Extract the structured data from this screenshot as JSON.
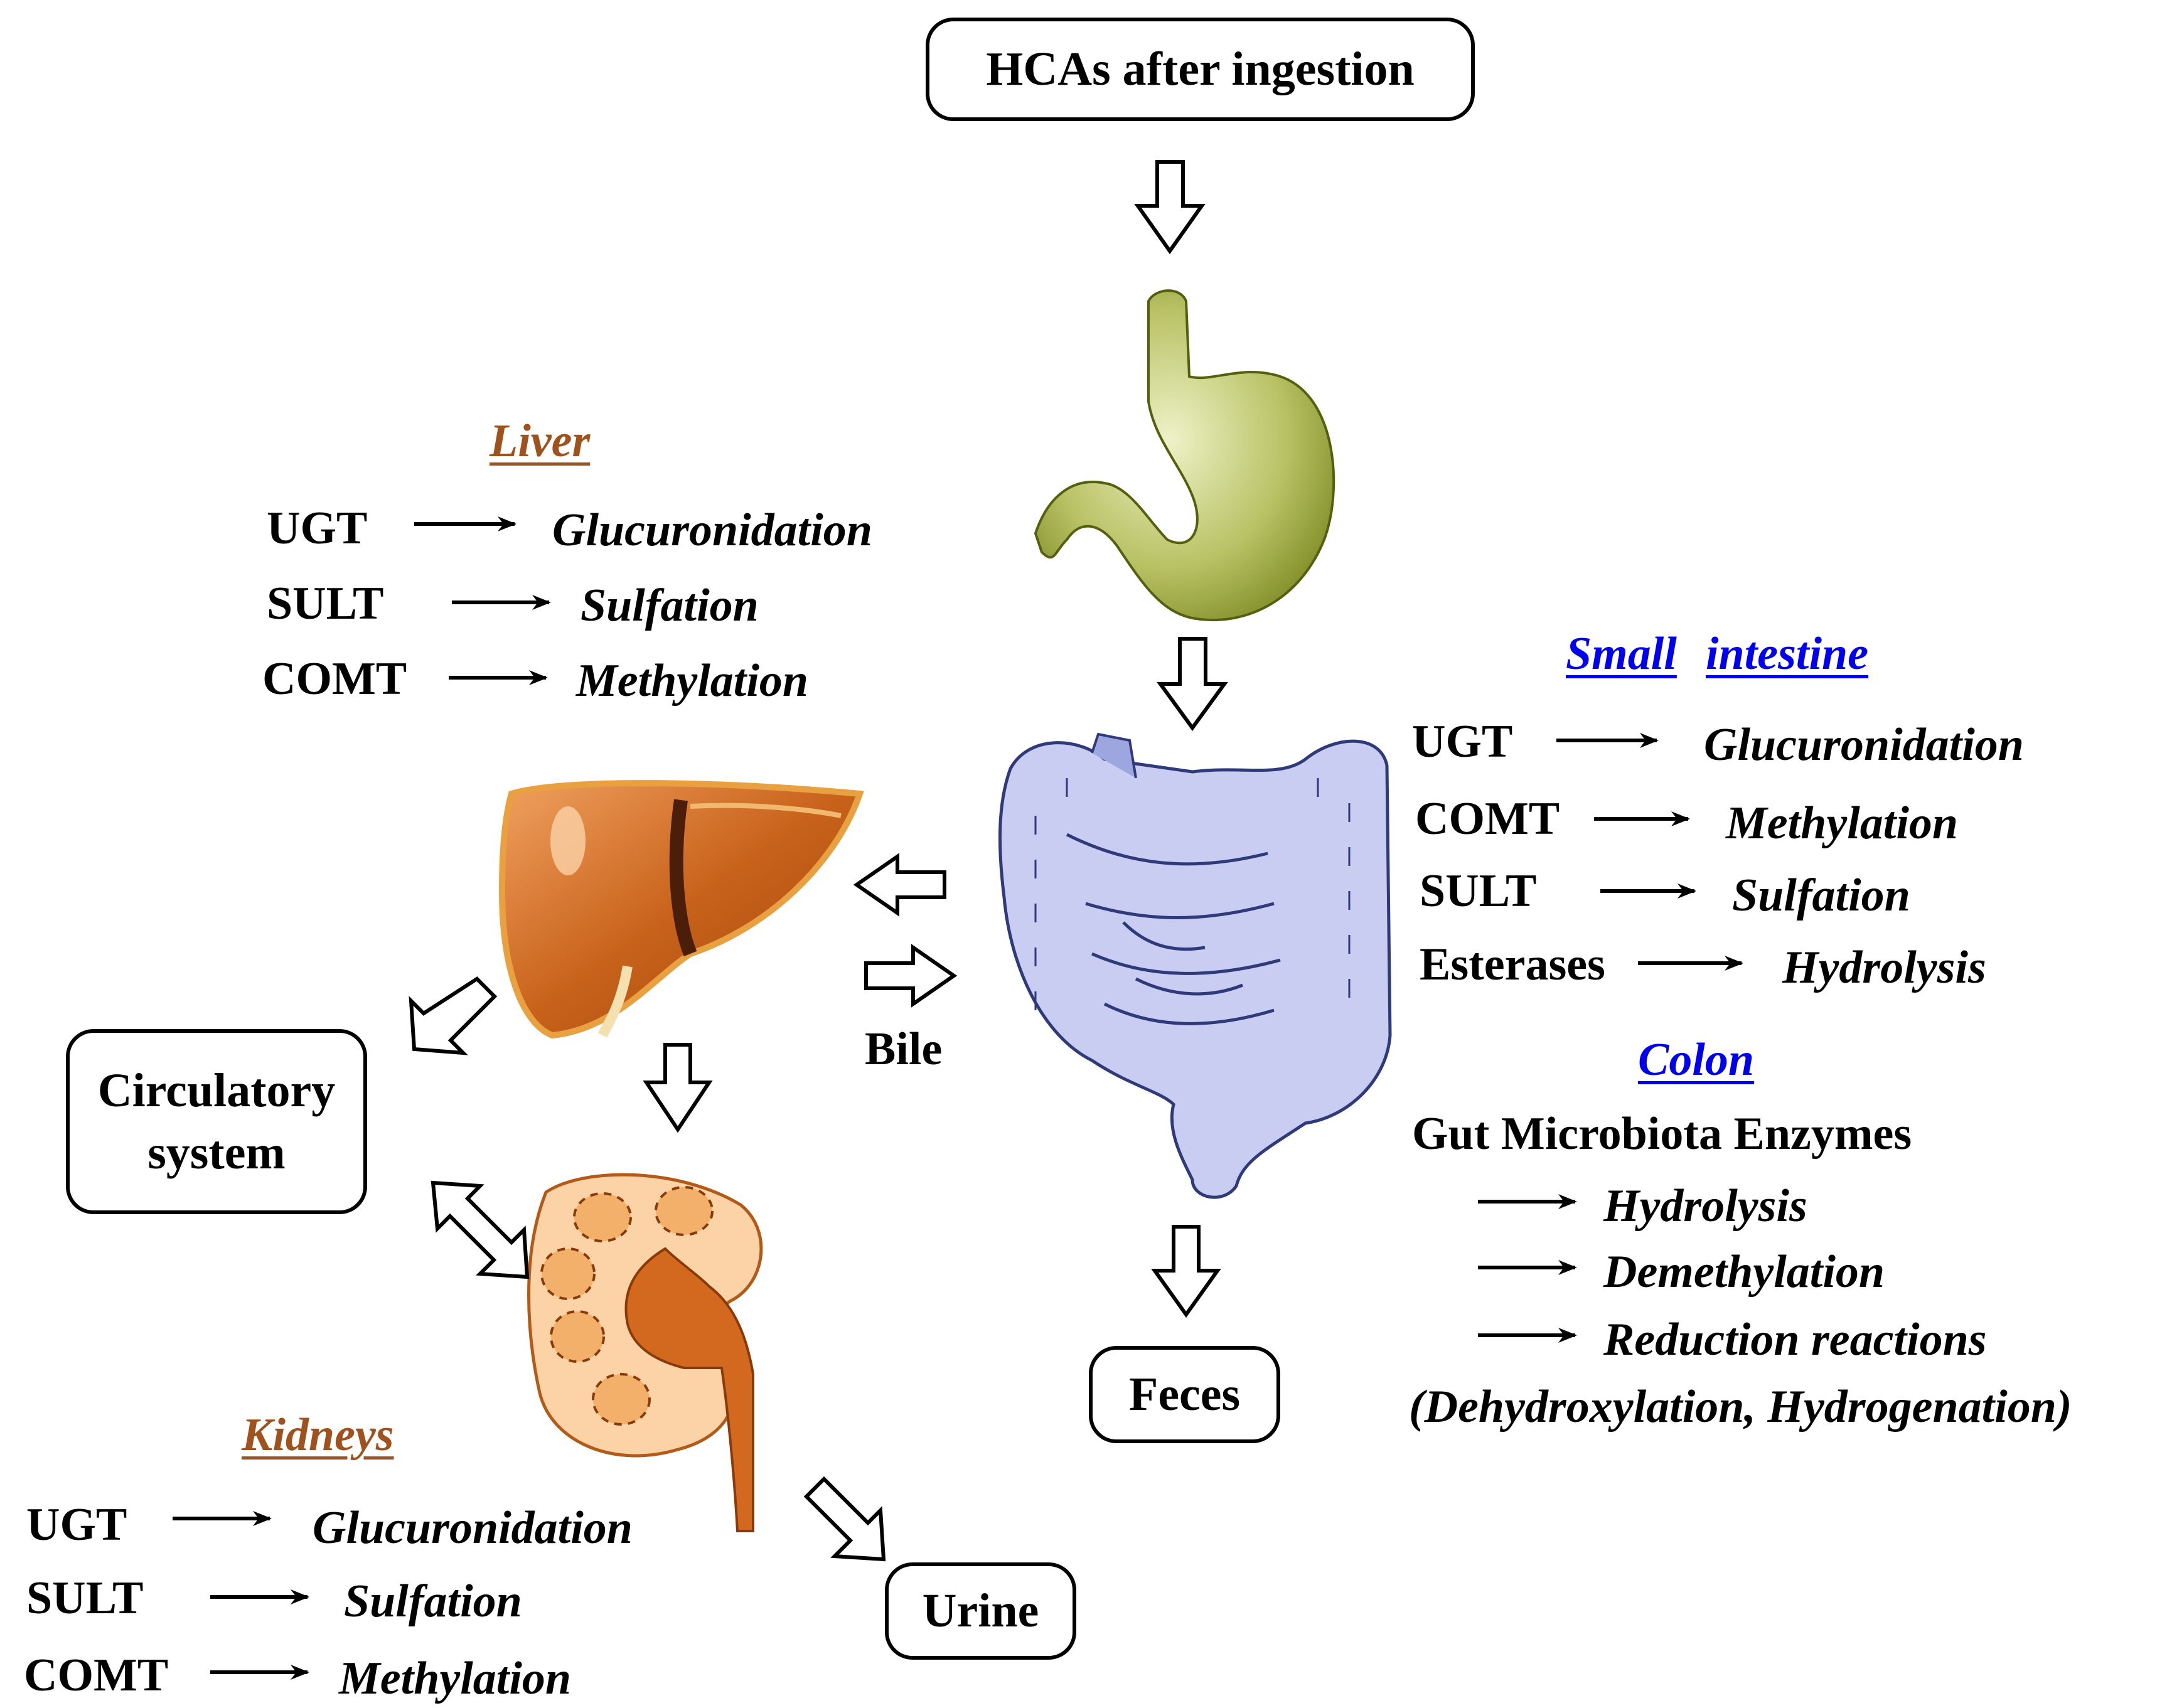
{
  "title": "HCAs after ingestion",
  "colors": {
    "liver_header": "#a0521e",
    "kidney_header": "#a0521e",
    "intestine_header": "#0000ee",
    "colon_header": "#0000ee",
    "stomach": "#8c9a2e",
    "liver": "#c8621a",
    "kidney": "#d2691e",
    "intestine": "#c9cdf2"
  },
  "icons": [
    "stomach-icon",
    "liver-icon",
    "intestine-icon",
    "kidney-icon"
  ],
  "boxes": {
    "circulatory_line1": "Circulatory",
    "circulatory_line2": "system",
    "feces": "Feces",
    "urine": "Urine"
  },
  "bile_label": "Bile",
  "liver": {
    "header": "Liver",
    "rows": [
      {
        "enzyme": "UGT",
        "reaction": "Glucuronidation"
      },
      {
        "enzyme": "SULT",
        "reaction": "Sulfation"
      },
      {
        "enzyme": "COMT",
        "reaction": "Methylation"
      }
    ]
  },
  "small_intestine": {
    "header_word1": "Small",
    "header_word2": "intestine",
    "rows": [
      {
        "enzyme": "UGT",
        "reaction": "Glucuronidation"
      },
      {
        "enzyme": "COMT",
        "reaction": "Methylation"
      },
      {
        "enzyme": "SULT",
        "reaction": "Sulfation"
      },
      {
        "enzyme": "Esterases",
        "reaction": "Hydrolysis"
      }
    ]
  },
  "colon": {
    "header": "Colon",
    "enzymes": "Gut Microbiota Enzymes",
    "reactions": [
      "Hydrolysis",
      "Demethylation",
      "Reduction reactions"
    ],
    "note": "(Dehydroxylation, Hydrogenation)"
  },
  "kidneys": {
    "header": "Kidneys",
    "rows": [
      {
        "enzyme": "UGT",
        "reaction": "Glucuronidation"
      },
      {
        "enzyme": "SULT",
        "reaction": "Sulfation"
      },
      {
        "enzyme": "COMT",
        "reaction": "Methylation"
      }
    ]
  }
}
